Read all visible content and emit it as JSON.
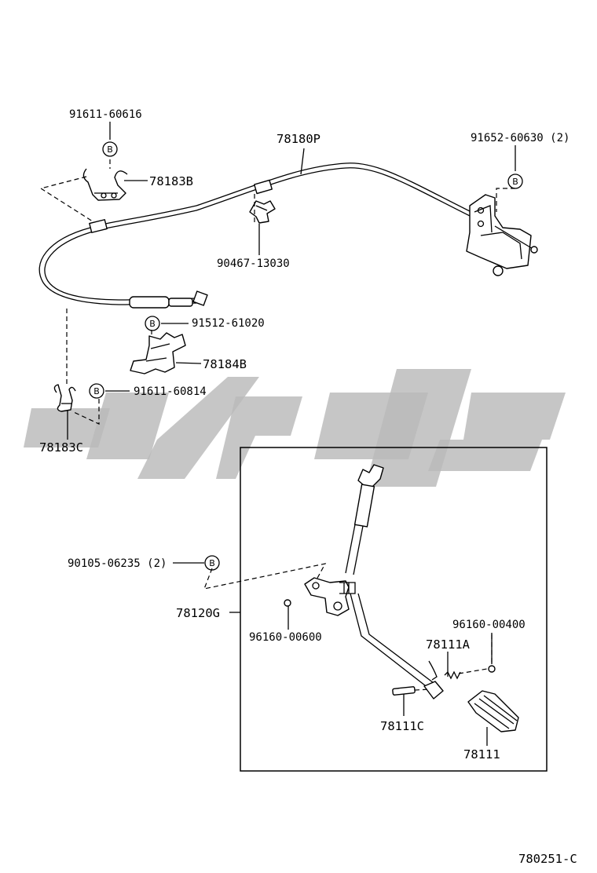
{
  "diagram_id": "780251-C",
  "parts": {
    "p_91611_60616": "91611-60616",
    "p_78180P": "78180P",
    "p_91652_60630": "91652-60630 (2)",
    "p_78183B": "78183B",
    "p_90467_13030": "90467-13030",
    "p_91512_61020": "91512-61020",
    "p_78184B": "78184B",
    "p_91611_60814": "91611-60814",
    "p_78183C": "78183C",
    "p_90105_06235": "90105-06235 (2)",
    "p_78120G": "78120G",
    "p_96160_00600": "96160-00600",
    "p_96160_00400": "96160-00400",
    "p_78111A": "78111A",
    "p_78111C": "78111C",
    "p_78111": "78111"
  },
  "bolt_marker": "B",
  "colors": {
    "lines": "#000000",
    "watermark": "#b9b9b9",
    "background": "#ffffff"
  }
}
